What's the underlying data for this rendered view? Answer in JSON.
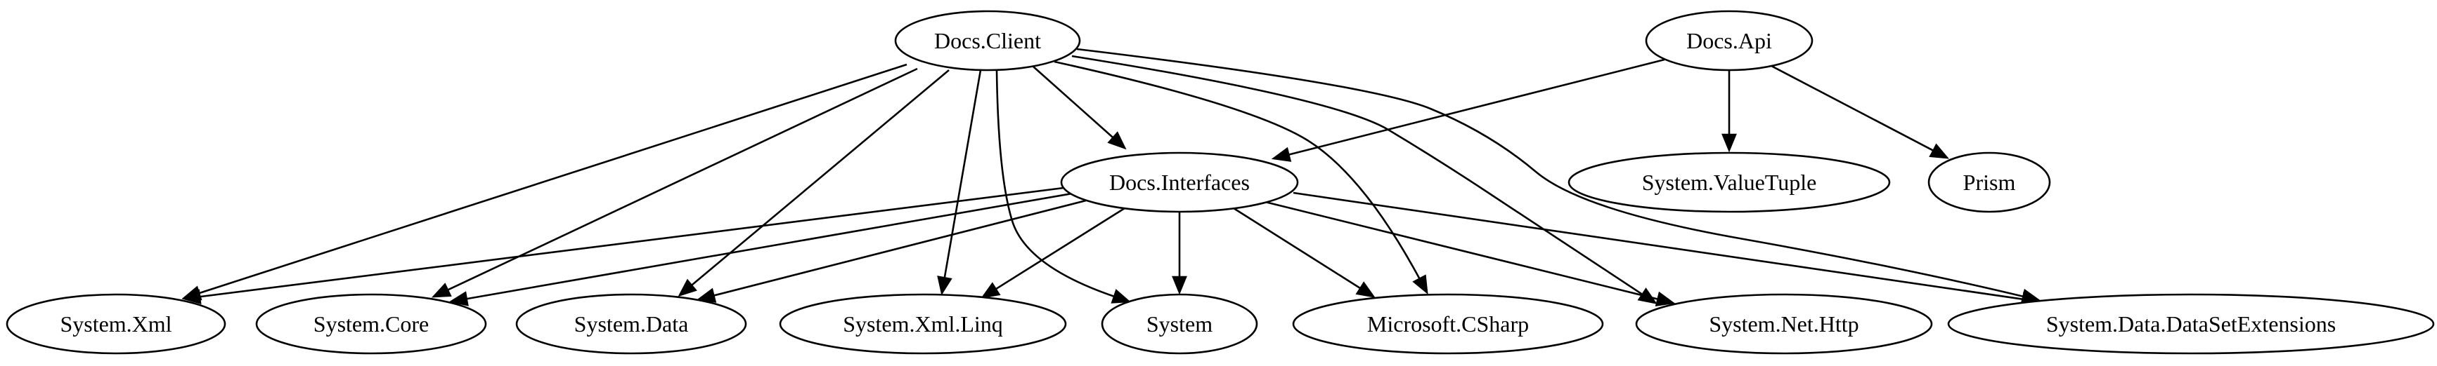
{
  "nodes": {
    "docs_client": "Docs.Client",
    "docs_api": "Docs.Api",
    "docs_interfaces": "Docs.Interfaces",
    "system_valuetuple": "System.ValueTuple",
    "prism": "Prism",
    "system_xml": "System.Xml",
    "system_core": "System.Core",
    "system_data": "System.Data",
    "system_xml_linq": "System.Xml.Linq",
    "system": "System",
    "microsoft_csharp": "Microsoft.CSharp",
    "system_net_http": "System.Net.Http",
    "system_data_datasetextensions": "System.Data.DataSetExtensions"
  },
  "edges": [
    {
      "from": "docs_client",
      "to": "docs_interfaces"
    },
    {
      "from": "docs_client",
      "to": "system_xml"
    },
    {
      "from": "docs_client",
      "to": "system_core"
    },
    {
      "from": "docs_client",
      "to": "system_data"
    },
    {
      "from": "docs_client",
      "to": "system_xml_linq"
    },
    {
      "from": "docs_client",
      "to": "system"
    },
    {
      "from": "docs_client",
      "to": "microsoft_csharp"
    },
    {
      "from": "docs_client",
      "to": "system_net_http"
    },
    {
      "from": "docs_client",
      "to": "system_data_datasetextensions"
    },
    {
      "from": "docs_api",
      "to": "docs_interfaces"
    },
    {
      "from": "docs_api",
      "to": "system_valuetuple"
    },
    {
      "from": "docs_api",
      "to": "prism"
    },
    {
      "from": "docs_interfaces",
      "to": "system_xml"
    },
    {
      "from": "docs_interfaces",
      "to": "system_core"
    },
    {
      "from": "docs_interfaces",
      "to": "system_data"
    },
    {
      "from": "docs_interfaces",
      "to": "system_xml_linq"
    },
    {
      "from": "docs_interfaces",
      "to": "system"
    },
    {
      "from": "docs_interfaces",
      "to": "microsoft_csharp"
    },
    {
      "from": "docs_interfaces",
      "to": "system_net_http"
    },
    {
      "from": "docs_interfaces",
      "to": "system_data_datasetextensions"
    }
  ]
}
